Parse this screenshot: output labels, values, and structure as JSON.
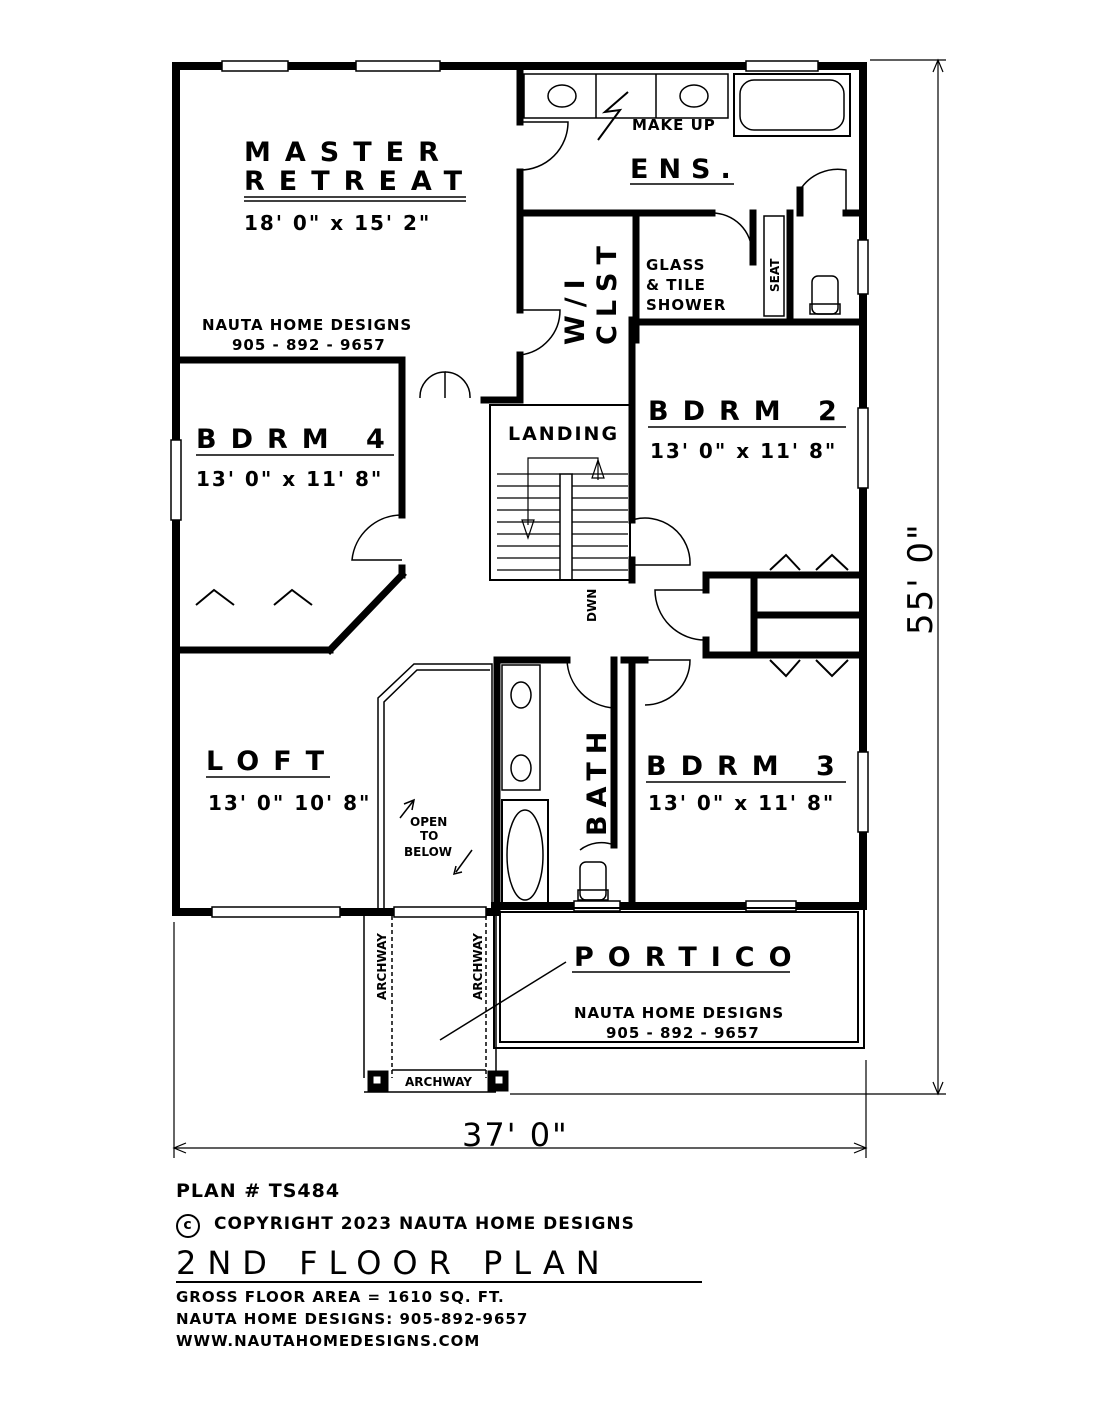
{
  "plan": {
    "rooms": {
      "master": {
        "name_line1": "MASTER",
        "name_line2": "RETREAT",
        "dims": "18' 0\" x 15' 2\""
      },
      "ensuite": {
        "name": "ENS.",
        "makeup": "MAKE UP"
      },
      "wic": {
        "line1": "W/I",
        "line2": "CLST"
      },
      "shower": {
        "line1": "GLASS",
        "line2": "& TILE",
        "line3": "SHOWER",
        "seat": "SEAT"
      },
      "landing": {
        "name": "LANDING",
        "dwn": "DWN"
      },
      "bdrm2": {
        "name": "BDRM 2",
        "dims": "13' 0\" x 11' 8\""
      },
      "bdrm4": {
        "name": "BDRM 4",
        "dims": "13' 0\" x 11' 8\""
      },
      "bdrm3": {
        "name": "BDRM 3",
        "dims": "13' 0\" x 11' 8\""
      },
      "loft": {
        "name": "LOFT",
        "dims": "13' 0\" 10' 8\""
      },
      "bath": {
        "name": "BATH"
      },
      "open_below": {
        "line1": "OPEN",
        "line2": "TO",
        "line3": "BELOW"
      },
      "portico": {
        "name": "PORTICO"
      },
      "archway": "ARCHWAY"
    },
    "watermark": {
      "company": "NAUTA HOME DESIGNS",
      "phone": "905 - 892 - 9657"
    },
    "dimensions": {
      "width": "37' 0\"",
      "depth": "55' 0\""
    }
  },
  "footer": {
    "plan_number": "PLAN # TS484",
    "copyright_symbol": "c",
    "copyright": "COPYRIGHT 2023 NAUTA HOME DESIGNS",
    "title": "2ND FLOOR PLAN",
    "gross_area": "GROSS FLOOR AREA = 1610 SQ. FT.",
    "phone_line": "NAUTA HOME DESIGNS: 905-892-9657",
    "website": "WWW.NAUTAHOMEDESIGNS.COM"
  }
}
